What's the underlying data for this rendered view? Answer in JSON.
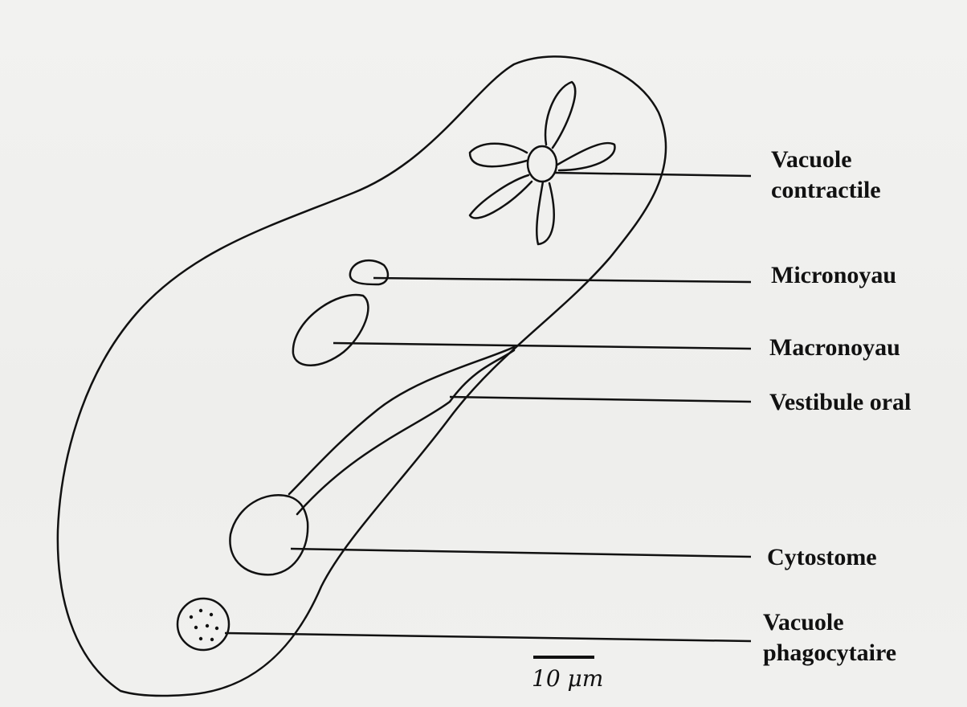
{
  "labels": {
    "contractile_vacuole": [
      "Vacuole",
      "contractile"
    ],
    "micronucleus": "Micronoyau",
    "macronucleus": "Macronoyau",
    "oral_vestibule": "Vestibule oral",
    "cytostome": "Cytostome",
    "food_vacuole": [
      "Vacuole",
      "phagocytaire"
    ]
  },
  "scale_bar": {
    "text": "10 μm"
  },
  "colors": {
    "ink": "#111111",
    "paper": "#f2f2f0"
  }
}
